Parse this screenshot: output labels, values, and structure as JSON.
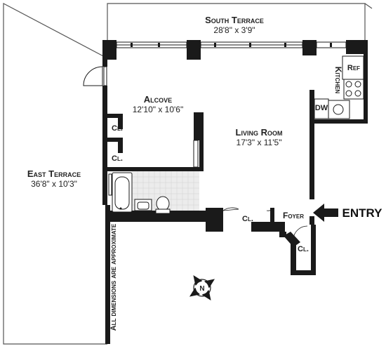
{
  "rooms": {
    "south_terrace": {
      "name": "South Terrace",
      "dims": "28'8\"  x  3'9\""
    },
    "east_terrace": {
      "name": "East Terrace",
      "dims": "36'8\"  x  10'3\""
    },
    "alcove": {
      "name": "Alcove",
      "dims": "12'10\"  x  10'6\""
    },
    "living_room": {
      "name": "Living Room",
      "dims": "17'3\"  x  11'5\""
    },
    "kitchen": {
      "name": "Kitchen"
    },
    "foyer": {
      "name": "Foyer"
    }
  },
  "labels": {
    "ref": "Ref",
    "dw": "DW",
    "closet": "Cl.",
    "entry": "ENTRY",
    "compass_north": "N",
    "note": "All dimensions are approximate"
  },
  "colors": {
    "wall": "#1a1a1a",
    "terrace_line": "#555555",
    "bath_tile": "#ececec"
  }
}
